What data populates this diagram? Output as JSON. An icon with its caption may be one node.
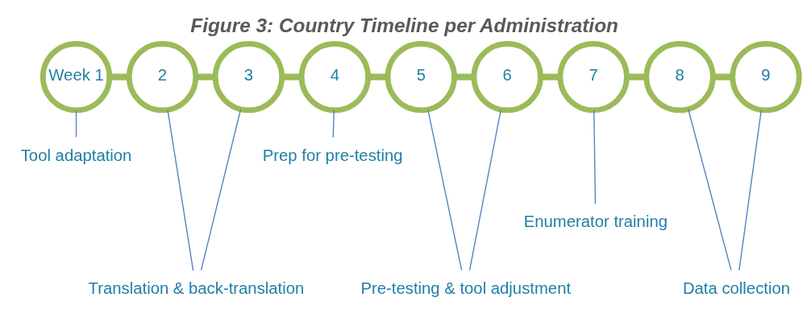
{
  "diagram": {
    "title": "Figure 3: Country Timeline per Administration",
    "nodes": [
      {
        "text": [
          "Week 1"
        ]
      },
      {
        "text": [
          "2"
        ]
      },
      {
        "text": [
          "3"
        ]
      },
      {
        "text": [
          "4"
        ]
      },
      {
        "text": [
          "5"
        ]
      },
      {
        "text": [
          "6"
        ]
      },
      {
        "text": [
          "7"
        ]
      },
      {
        "text": [
          "8"
        ]
      },
      {
        "text": [
          "9"
        ]
      },
      {
        "text": [
          "Tool adaptation"
        ]
      },
      {
        "text": [
          "Translation & back-translation"
        ]
      },
      {
        "text": [
          "Prep for pre-testing"
        ]
      },
      {
        "text": [
          "Pre-testing & tool adjustment"
        ]
      },
      {
        "text": [
          "Enumerator training"
        ]
      },
      {
        "text": [
          "Data collection"
        ]
      }
    ],
    "edges": [
      {
        "from": 0,
        "to": 1,
        "arrow": "none",
        "style": "thick",
        "color": "#9bbb59"
      },
      {
        "from": 1,
        "to": 2,
        "arrow": "none",
        "style": "thick",
        "color": "#9bbb59"
      },
      {
        "from": 2,
        "to": 3,
        "arrow": "none",
        "style": "thick",
        "color": "#9bbb59"
      },
      {
        "from": 3,
        "to": 4,
        "arrow": "none",
        "style": "thick",
        "color": "#9bbb59"
      },
      {
        "from": 4,
        "to": 5,
        "arrow": "none",
        "style": "thick",
        "color": "#9bbb59"
      },
      {
        "from": 5,
        "to": 6,
        "arrow": "none",
        "style": "thick",
        "color": "#9bbb59"
      },
      {
        "from": 6,
        "to": 7,
        "arrow": "none",
        "style": "thick",
        "color": "#9bbb59"
      },
      {
        "from": 7,
        "to": 8,
        "arrow": "none",
        "style": "thick",
        "color": "#9bbb59"
      },
      {
        "from": 0,
        "to": 9,
        "arrow": "none"
      },
      {
        "from": 1,
        "to": 10,
        "arrow": "none"
      },
      {
        "from": 2,
        "to": 10,
        "arrow": "none"
      },
      {
        "from": 3,
        "to": 11,
        "arrow": "none"
      },
      {
        "from": 4,
        "to": 12,
        "arrow": "none"
      },
      {
        "from": 5,
        "to": 12,
        "arrow": "none"
      },
      {
        "from": 6,
        "to": 13,
        "arrow": "none"
      },
      {
        "from": 7,
        "to": 14,
        "arrow": "none"
      },
      {
        "from": 8,
        "to": 14,
        "arrow": "none"
      }
    ]
  }
}
